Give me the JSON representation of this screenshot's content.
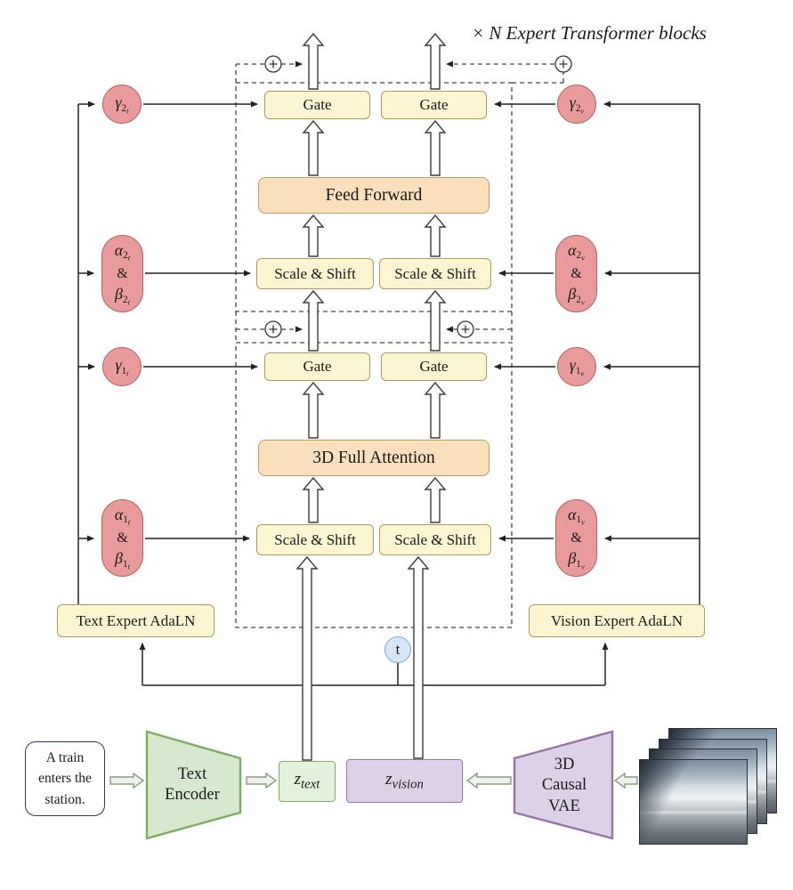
{
  "note": "× N Expert Transformer blocks",
  "blocks": {
    "gate": "Gate",
    "feed_forward": "Feed Forward",
    "scale_shift": "Scale & Shift",
    "attention": "3D Full Attention",
    "text_adaln": "Text Expert AdaLN",
    "vision_adaln": "Vision Expert AdaLN",
    "timestep": "t"
  },
  "modulation": {
    "amp": "&",
    "text": {
      "gamma2": {
        "base": "γ",
        "sub": "2",
        "stream": "t"
      },
      "alpha2": {
        "base": "α",
        "sub": "2",
        "stream": "t"
      },
      "beta2": {
        "base": "β",
        "sub": "2",
        "stream": "t"
      },
      "gamma1": {
        "base": "γ",
        "sub": "1",
        "stream": "t"
      },
      "alpha1": {
        "base": "α",
        "sub": "1",
        "stream": "t"
      },
      "beta1": {
        "base": "β",
        "sub": "1",
        "stream": "t"
      }
    },
    "vision": {
      "gamma2": {
        "base": "γ",
        "sub": "2",
        "stream": "v"
      },
      "alpha2": {
        "base": "α",
        "sub": "2",
        "stream": "v"
      },
      "beta2": {
        "base": "β",
        "sub": "2",
        "stream": "v"
      },
      "gamma1": {
        "base": "γ",
        "sub": "1",
        "stream": "v"
      },
      "alpha1": {
        "base": "α",
        "sub": "1",
        "stream": "v"
      },
      "beta1": {
        "base": "β",
        "sub": "1",
        "stream": "v"
      }
    }
  },
  "bottom": {
    "prompt": "A train enters the station.",
    "text_encoder": "Text Encoder",
    "z_text": {
      "base": "z",
      "sub": "text"
    },
    "z_vision": {
      "base": "z",
      "sub": "vision"
    },
    "vae": "3D Causal VAE"
  },
  "colors": {
    "yellow_fill": "#FCF5D1",
    "orange_fill": "#FADFBD",
    "pink_fill": "#E99A9A",
    "pink_border": "#B5605C",
    "blue_fill": "#D7E6F6",
    "blue_border": "#7FA7D9",
    "green_fill": "#D6E8CE",
    "green_border": "#7BAE5F",
    "purple_fill": "#DDD1E8",
    "purple_border": "#9673A6"
  }
}
